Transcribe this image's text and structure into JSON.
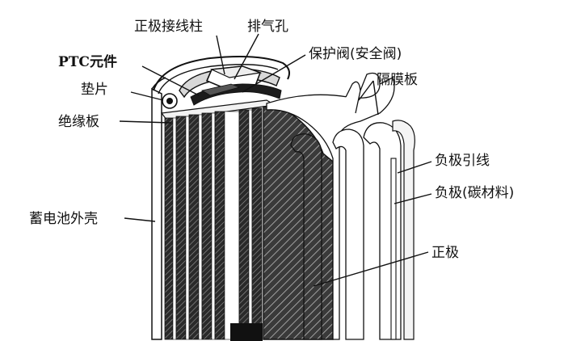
{
  "labels": {
    "positive_terminal": "正极接线柱",
    "vent_hole": "排气孔",
    "ptc_element": "PTC元件",
    "safety_valve": "保护阀(安全阀)",
    "gasket": "垫片",
    "separator": "隔膜板",
    "insulating_plate": "绝缘板",
    "negative_lead": "负极引线",
    "negative_electrode": "负极(碳材料)",
    "battery_case": "蓄电池外壳",
    "positive_electrode": "正极"
  },
  "colors": {
    "ink": "#111111",
    "paper": "#ffffff",
    "shade": "#3a3a3a",
    "hatch": "#1c1c1c",
    "light": "#e8e8e8"
  }
}
